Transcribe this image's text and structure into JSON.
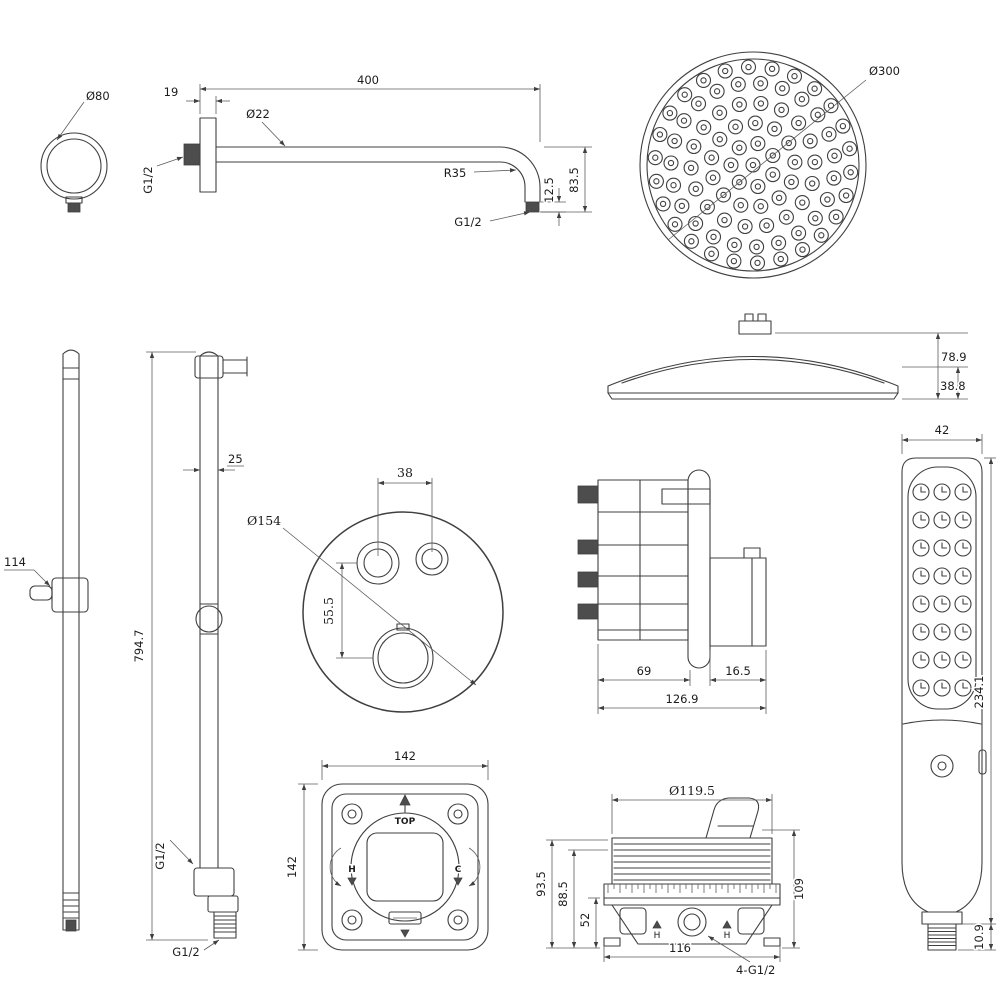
{
  "colors": {
    "line": "#3f3f3f",
    "text": "#1c1c1c",
    "bg": "#ffffff"
  },
  "flange_front": {
    "dia": "Ø80"
  },
  "arm_side": {
    "flange_thickness": "19",
    "arm_length": "400",
    "tube_dia": "Ø22",
    "bend_radius": "R35",
    "wall_thread": "G1/2",
    "outlet_thread": "G1/2",
    "outlet_tip": "12.5",
    "drop_height": "83.5"
  },
  "head_front": {
    "dia": "Ø300"
  },
  "head_side": {
    "total_height": "78.9",
    "body_height": "38.8"
  },
  "slide_bar": {
    "bracket_length": "114",
    "tube_dia": "25",
    "bar_length": "794.7",
    "inlet_thread": "G1/2",
    "outlet_thread": "G1/2"
  },
  "valve_front": {
    "plate_dia": "Ø154",
    "knob_spacing": "38",
    "knob_offset": "55.5"
  },
  "valve_side": {
    "body_depth": "69",
    "knob_depth": "16.5",
    "total_depth": "126.9"
  },
  "hand_shower": {
    "width": "42",
    "length": "234.1",
    "thread_length": "10.9"
  },
  "rough_box": {
    "width": "142",
    "height": "142",
    "top_label": "TOP",
    "hot_label": "H",
    "cold_label": "C"
  },
  "cartridge": {
    "dia": "Ø119.5",
    "height_a": "93.5",
    "height_b": "88.5",
    "height_c": "52",
    "height_right": "109",
    "base_width": "116",
    "thread_spec": "4-G1/2",
    "port_label_left": "H",
    "port_label_right": "H"
  }
}
